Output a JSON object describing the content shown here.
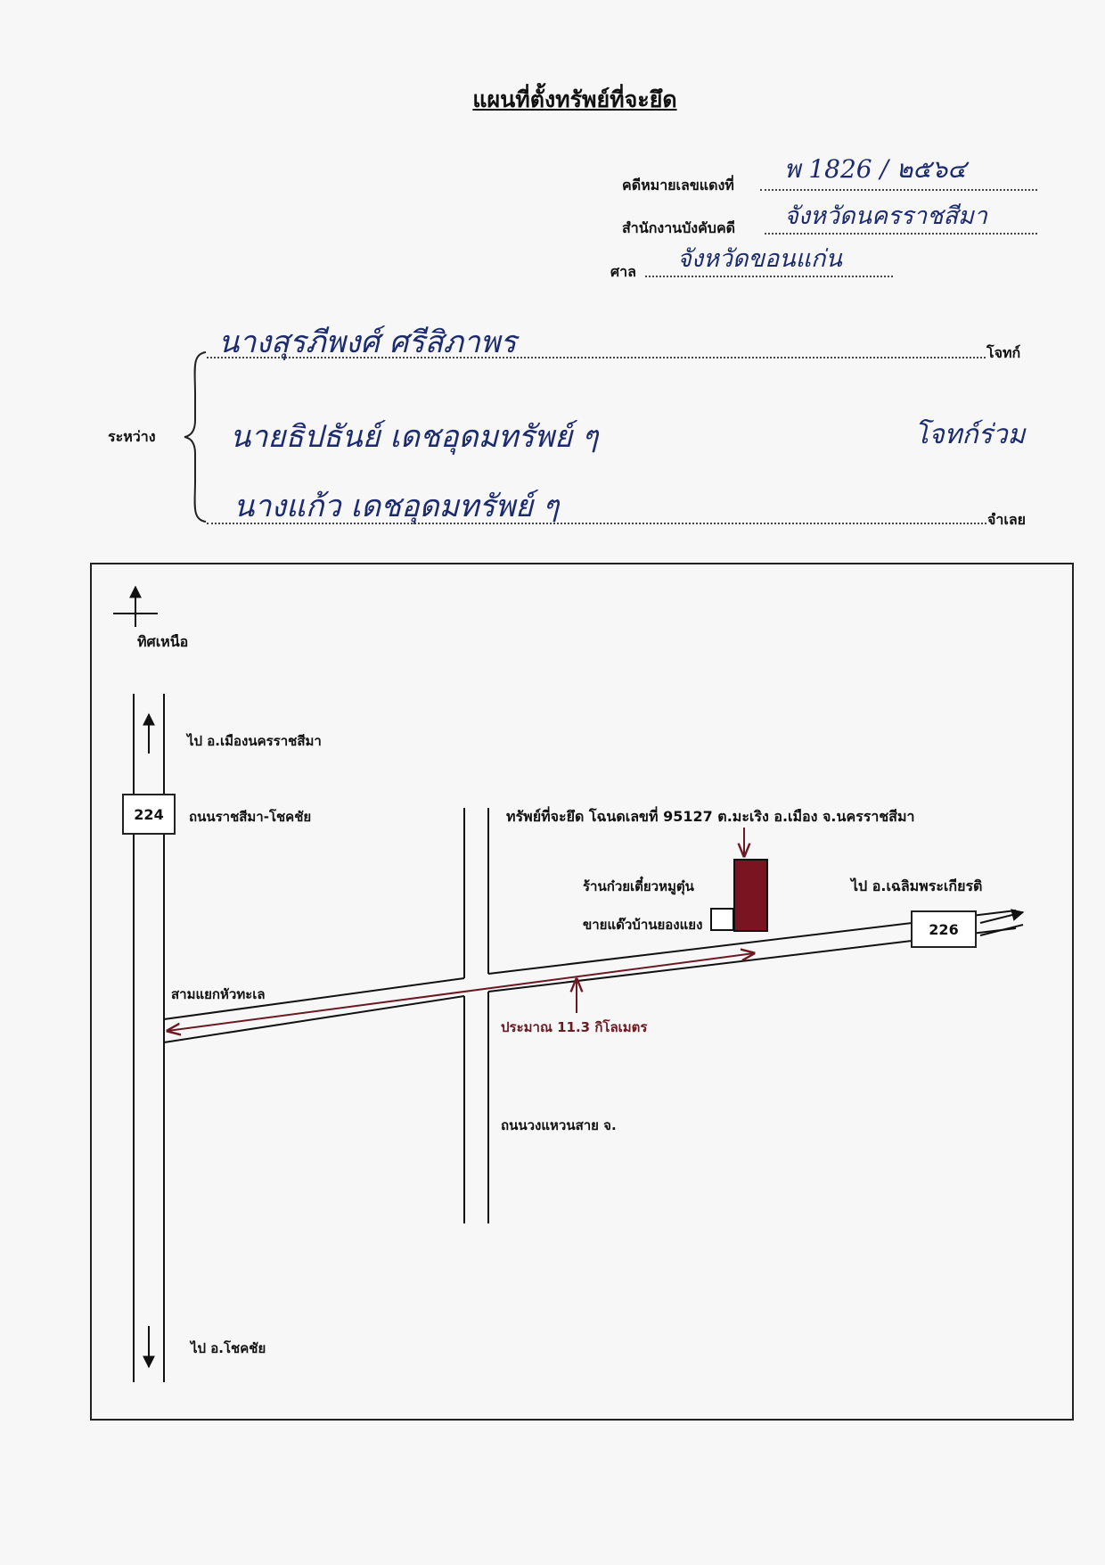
{
  "document": {
    "title": "แผนที่ตั้งทรัพย์ที่จะยึด"
  },
  "case_info": {
    "case_no_label": "คดีหมายเลขแดงที่",
    "case_no_value": "พ 1826 / ๒๕๖๔",
    "office_label": "สำนักงานบังคับคดี",
    "office_value": "จังหวัดนครราชสีมา",
    "court_label": "ศาล",
    "court_value": "จังหวัดขอนแก่น"
  },
  "parties": {
    "between_label": "ระหว่าง",
    "plaintiff_name": "นางสุรภีพงศ์ ศรีสิภาพร",
    "plaintiff_label": "โจทก์",
    "defendant_1_name": "นายธิปธันย์ เดชอุดมทรัพย์ ๆ",
    "defendant_1_role": "โจทก์ร่วม",
    "defendant_2_name": "นางแก้ว เดชอุดมทรัพย์ ๆ",
    "defendant_label": "จำเลย"
  },
  "map": {
    "north_label": "ทิศเหนือ",
    "to_city": "ไป อ.เมืองนครราชสีมา",
    "route_224": "224",
    "road_224_name": "ถนนราชสีมา-โชคชัย",
    "property_title": "ทรัพย์ที่จะยึด โฉนดเลขที่ 95127 ต.มะเริง อ.เมือง จ.นครราชสีมา",
    "noodle_shop": "ร้านก๋วยเตี๋ยวหมูตุ๋น",
    "ice_shop": "ขายแด๊วบ้านยองแยง",
    "to_chaloem": "ไป อ.เฉลิมพระเกียรติ",
    "route_226": "226",
    "junction": "สามแยกหัวทะเล",
    "distance": "ประมาณ 11.3 กิโลเมตร",
    "ring_road": "ถนนวงแหวนสาย จ.",
    "to_chok_chai": "ไป อ.โชคชัย",
    "colors": {
      "property": "#7a1420",
      "distance_text": "#6b1a22",
      "handwriting": "#1c2a6e"
    }
  }
}
